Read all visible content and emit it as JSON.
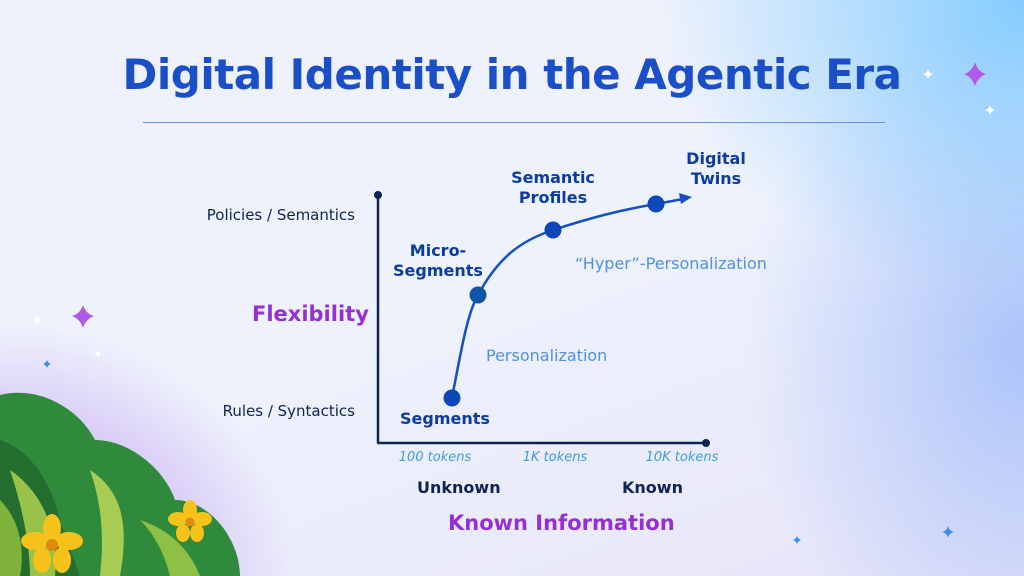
{
  "title": "Digital Identity in the Agentic Era",
  "y_axis": {
    "label": "Flexibility",
    "top": "Policies / Semantics",
    "bottom": "Rules / Syntactics"
  },
  "x_axis": {
    "label": "Known Information",
    "left": "Unknown",
    "right": "Known",
    "ticks": [
      "100 tokens",
      "1K tokens",
      "10K tokens"
    ]
  },
  "stages": [
    {
      "line1": "Segments",
      "line2": ""
    },
    {
      "line1": "Micro-",
      "line2": "Segments"
    },
    {
      "line1": "Semantic",
      "line2": "Profiles"
    },
    {
      "line1": "Digital",
      "line2": "Twins"
    }
  ],
  "zones": [
    "Personalization",
    "“Hyper”-Personalization"
  ],
  "colors": {
    "title": "#1b4fc8",
    "curve": "#1550c0",
    "dots": "#0d47b8",
    "purple": "#9630d4"
  }
}
